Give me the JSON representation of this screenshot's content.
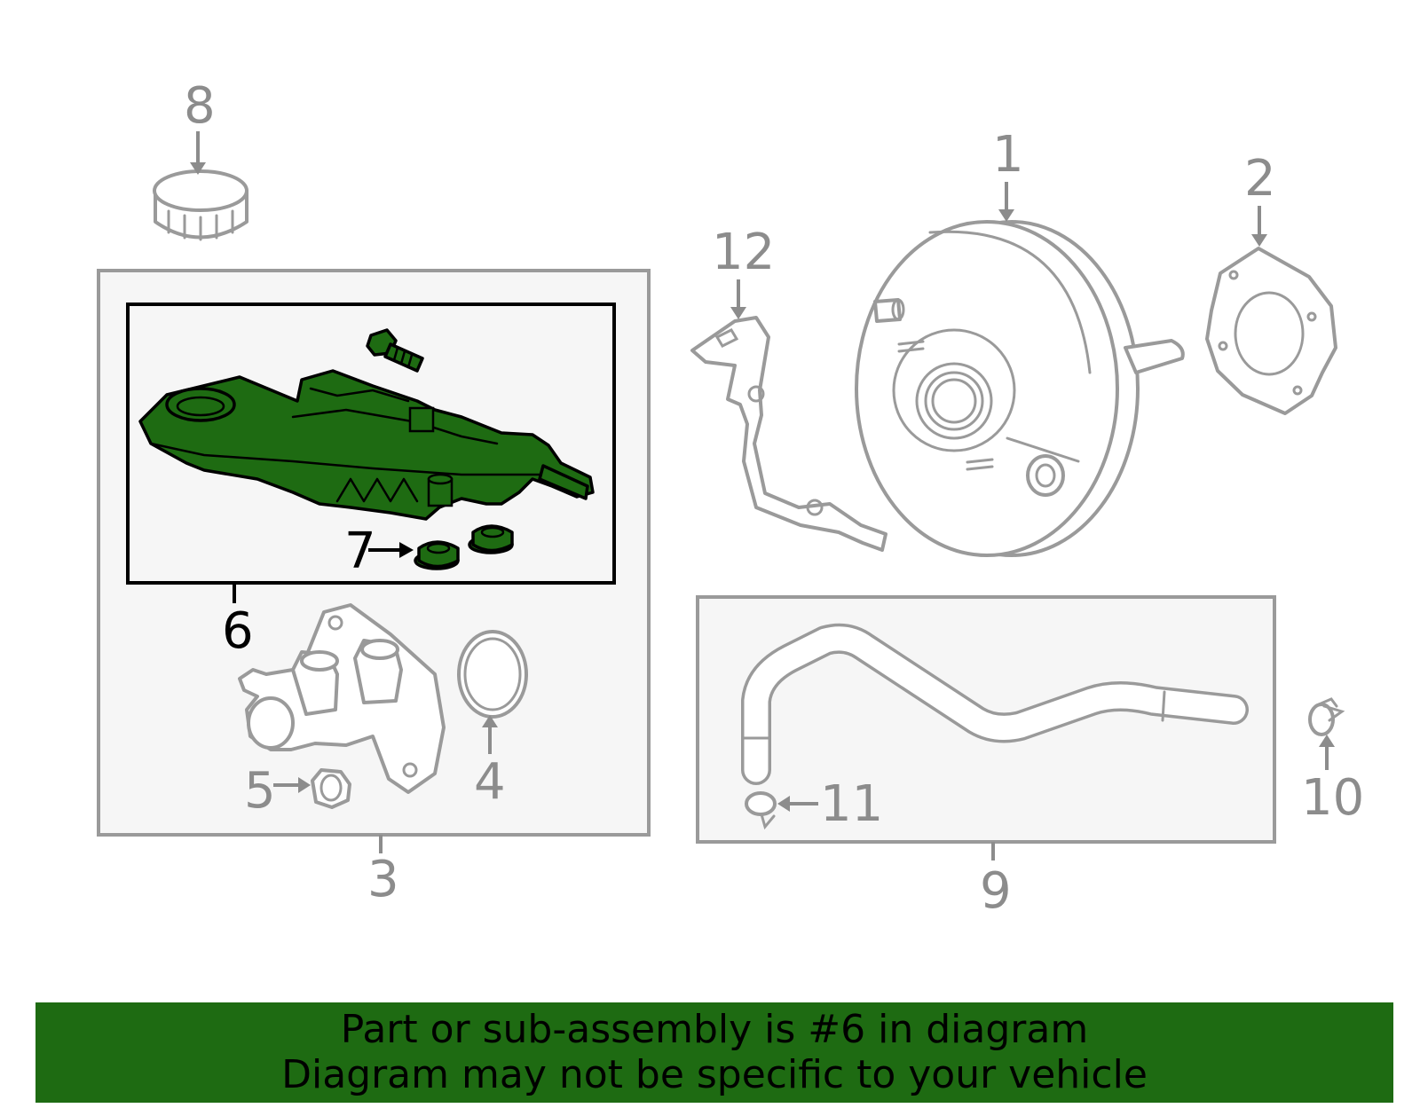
{
  "highlighted_part": "6",
  "callouts": {
    "c1": "1",
    "c2": "2",
    "c3": "3",
    "c4": "4",
    "c5": "5",
    "c6": "6",
    "c7": "7",
    "c8": "8",
    "c9": "9",
    "c10": "10",
    "c11": "11",
    "c12": "12"
  },
  "colors": {
    "highlight": "#1e6b12",
    "part_line": "#9a9a9a",
    "label": "#8c8c8c",
    "banner_bg": "#1e6b12"
  },
  "banner": {
    "line1": "Part or sub-assembly is #6 in diagram",
    "line2": "Diagram may not be specific to your vehicle"
  }
}
